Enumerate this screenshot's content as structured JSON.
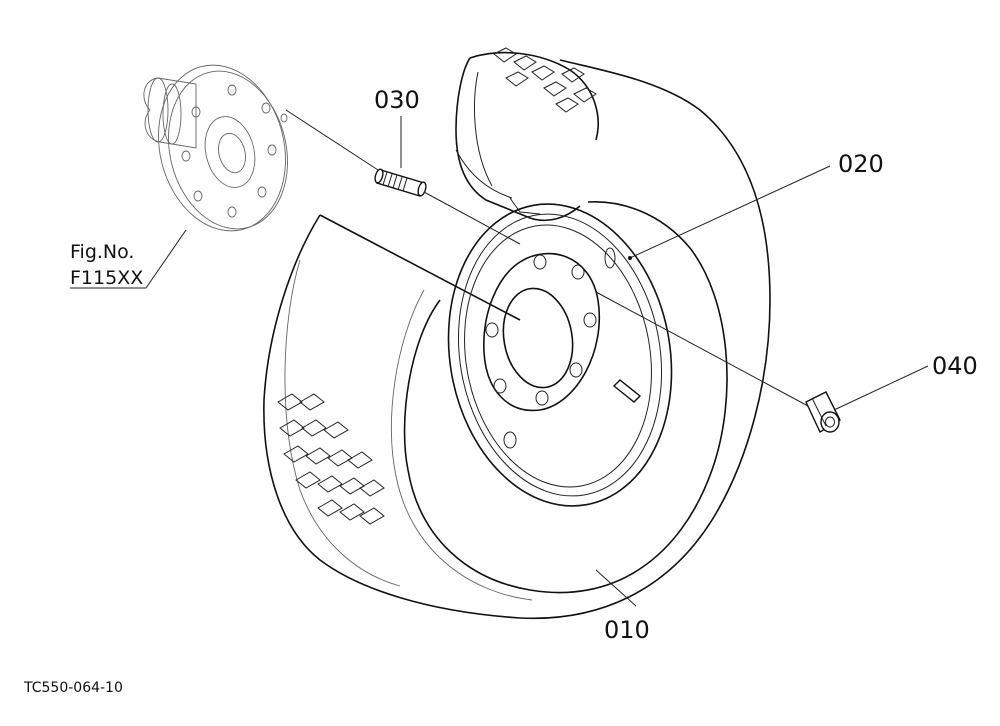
{
  "labels": {
    "part_010": "010",
    "part_020": "020",
    "part_030": "030",
    "part_040": "040"
  },
  "reference": {
    "line1": "Fig.No.",
    "line2": "F115XX"
  },
  "drawing_code": "TC550-064-10"
}
